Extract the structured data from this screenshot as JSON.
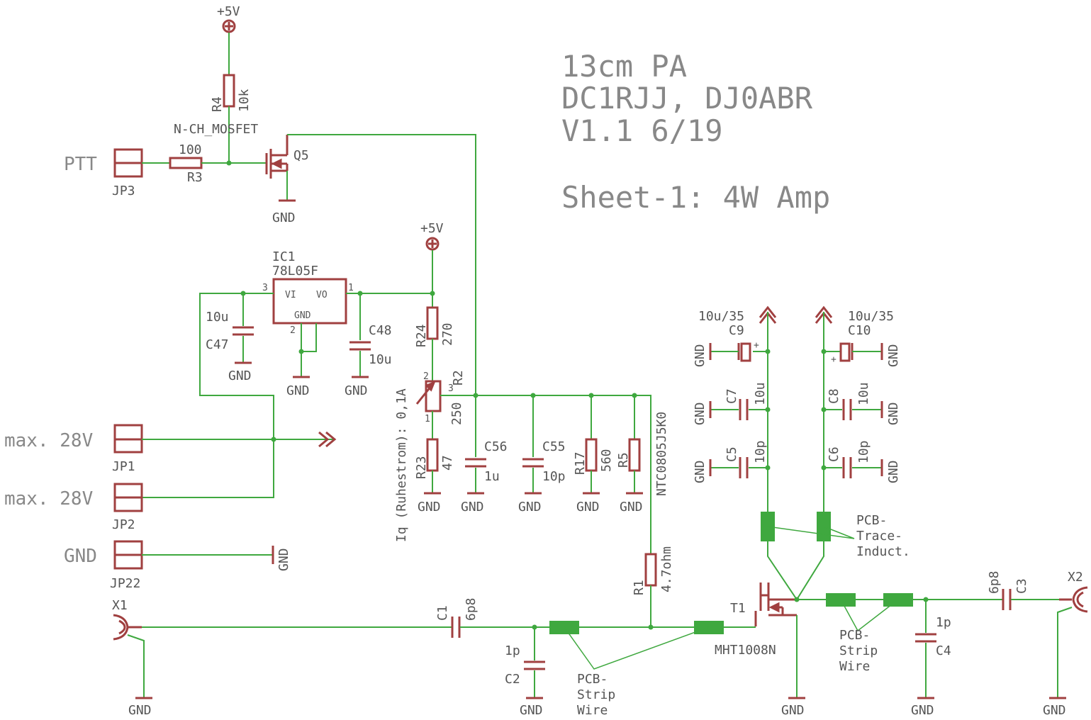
{
  "title": {
    "line1": "13cm PA",
    "line2": "DC1RJJ, DJ0ABR",
    "line3": "V1.1 6/19",
    "sheet": "Sheet-1: 4W Amp"
  },
  "colors": {
    "wire": "#3fa83f",
    "part": "#a04040",
    "text": "#555555",
    "title": "#888888"
  },
  "supply": {
    "plus5v": "+5V",
    "gnd": "GND"
  },
  "connectors": {
    "jp3": {
      "name": "JP3",
      "label": "PTT"
    },
    "jp1": {
      "name": "JP1",
      "label": "max. 28V"
    },
    "jp2": {
      "name": "JP2",
      "label": "max. 28V"
    },
    "jp22": {
      "name": "JP22",
      "label": "GND"
    },
    "x1": {
      "name": "X1"
    },
    "x2": {
      "name": "X2"
    }
  },
  "parts": {
    "r4": {
      "name": "R4",
      "value": "10k"
    },
    "r3": {
      "name": "R3",
      "value": "100"
    },
    "q5": {
      "name": "Q5",
      "value": "N-CH_MOSFET"
    },
    "ic1": {
      "name": "IC1",
      "value": "78L05F",
      "pin_vi": "VI",
      "pin_vo": "VO",
      "pin_gnd": "GND",
      "pin3": "3",
      "pin1": "1",
      "pin2": "2"
    },
    "c47": {
      "name": "C47",
      "value": "10u"
    },
    "c48": {
      "name": "C48",
      "value": "10u"
    },
    "r24": {
      "name": "R24",
      "value": "270"
    },
    "r2": {
      "name": "R2",
      "value": "250",
      "pin1": "1",
      "pin2": "2",
      "pin3": "3",
      "note": "Iq (Ruhestrom): 0,1A"
    },
    "r23": {
      "name": "R23",
      "value": "47"
    },
    "c56": {
      "name": "C56",
      "value": "1u"
    },
    "c55": {
      "name": "C55",
      "value": "10p"
    },
    "r17": {
      "name": "R17",
      "value": "560"
    },
    "r5": {
      "name": "R5",
      "value": "NTC0805J5K0"
    },
    "r1": {
      "name": "R1",
      "value": "4.7ohm"
    },
    "c1": {
      "name": "C1",
      "value": "6p8"
    },
    "c2": {
      "name": "C2",
      "value": "1p"
    },
    "t1": {
      "name": "T1",
      "value": "MHT1008N"
    },
    "c9": {
      "name": "C9",
      "value": "10u/35"
    },
    "c10": {
      "name": "C10",
      "value": "10u/35"
    },
    "c7": {
      "name": "C7",
      "value": "10u"
    },
    "c8": {
      "name": "C8",
      "value": "10u"
    },
    "c5": {
      "name": "C5",
      "value": "10p"
    },
    "c6": {
      "name": "C6",
      "value": "10p"
    },
    "c3": {
      "name": "C3",
      "value": "6p8"
    },
    "c4": {
      "name": "C4",
      "value": "1p"
    }
  },
  "notes": {
    "trace_induct": [
      "PCB-",
      "Trace-",
      "Induct."
    ],
    "strip_wire": [
      "PCB-",
      "Strip",
      "Wire"
    ]
  }
}
